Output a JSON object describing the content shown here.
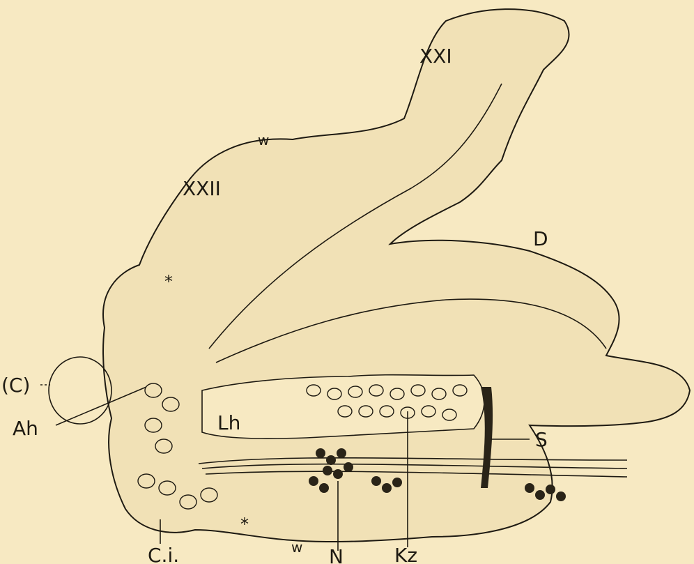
{
  "figure": {
    "labels": {
      "xxi": "XXI",
      "xxii": "XXII",
      "w_top": "w",
      "w_bottom": "w",
      "d": "D",
      "star_top": "*",
      "star_bottom": "*",
      "c": "(C)",
      "ah": "Ah",
      "lh": "Lh",
      "s": "S",
      "ci": "C.i.",
      "n": "N",
      "kz": "Kz"
    }
  }
}
